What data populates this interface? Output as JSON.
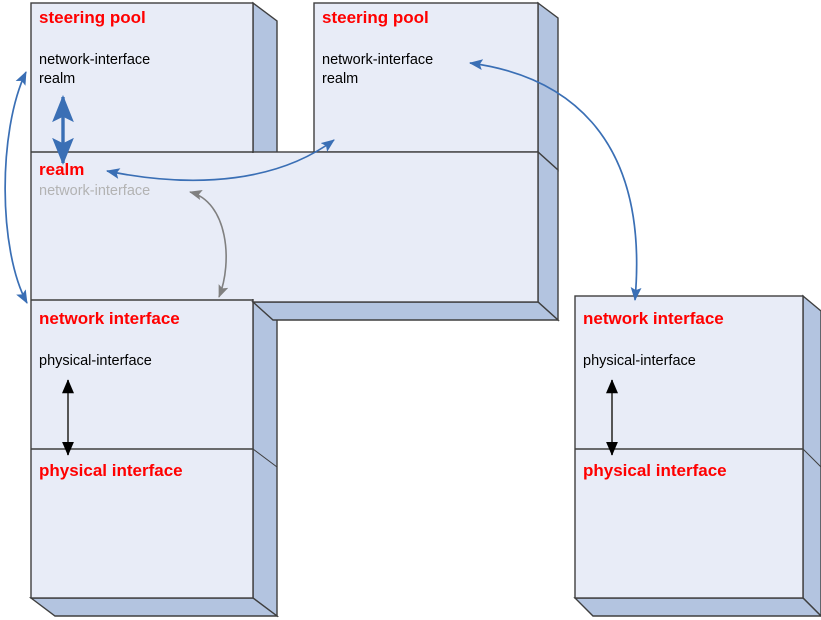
{
  "diagram": {
    "title": "steering pool / realm / network interface / physical interface relationships",
    "colors": {
      "box_face": "#e8ecf7",
      "box_side": "#b3c4e0",
      "box_stroke": "#3f3f3f",
      "title_red": "#ff0000",
      "prop_black": "#000000",
      "prop_gray": "#b3b3b3",
      "arrow_blue": "#3a6fb5",
      "arrow_gray": "#808080",
      "arrow_black": "#000000"
    },
    "boxes": [
      {
        "id": "left-steering-pool",
        "title": "steering pool",
        "props": [
          {
            "text": "network-interface",
            "muted": false
          },
          {
            "text": "realm",
            "muted": false
          }
        ]
      },
      {
        "id": "right-steering-pool",
        "title": "steering pool",
        "props": [
          {
            "text": "network-interface",
            "muted": false
          },
          {
            "text": "realm",
            "muted": false
          }
        ]
      },
      {
        "id": "realm",
        "title": "realm",
        "props": [
          {
            "text": "network-interface",
            "muted": true
          }
        ]
      },
      {
        "id": "left-network-interface",
        "title": "network interface",
        "props": [
          {
            "text": "physical-interface",
            "muted": false
          }
        ]
      },
      {
        "id": "left-physical-interface",
        "title": "physical interface",
        "props": []
      },
      {
        "id": "right-network-interface",
        "title": "network interface",
        "props": [
          {
            "text": "physical-interface",
            "muted": false
          }
        ]
      },
      {
        "id": "right-physical-interface",
        "title": "physical interface",
        "props": []
      }
    ],
    "connectors": [
      {
        "id": "left-sp-to-realm",
        "style": "blue",
        "heads": "both",
        "from": "left-steering-pool.realm",
        "to": "realm"
      },
      {
        "id": "left-sp-to-network-interface",
        "style": "blue",
        "heads": "both",
        "from": "left-steering-pool.network-interface",
        "to": "left-network-interface"
      },
      {
        "id": "realm-prop-to-network-interface",
        "style": "gray",
        "heads": "both",
        "from": "realm.network-interface",
        "to": "left-network-interface"
      },
      {
        "id": "right-sp-realm-to-realm",
        "style": "blue",
        "heads": "both",
        "from": "right-steering-pool.realm",
        "to": "realm"
      },
      {
        "id": "right-sp-to-right-network-interface",
        "style": "blue",
        "heads": "both",
        "from": "right-steering-pool.network-interface",
        "to": "right-network-interface"
      },
      {
        "id": "left-ni-to-pi",
        "style": "black",
        "heads": "both",
        "from": "left-network-interface.physical-interface",
        "to": "left-physical-interface"
      },
      {
        "id": "right-ni-to-pi",
        "style": "black",
        "heads": "both",
        "from": "right-network-interface.physical-interface",
        "to": "right-physical-interface"
      }
    ],
    "labels": {
      "left_sp_title": "steering pool",
      "left_sp_p1": "network-interface",
      "left_sp_p2": "realm",
      "right_sp_title": "steering pool",
      "right_sp_p1": "network-interface",
      "right_sp_p2": "realm",
      "realm_title": "realm",
      "realm_p1": "network-interface",
      "left_ni_title": "network interface",
      "left_ni_p1": "physical-interface",
      "left_pi_title": "physical interface",
      "right_ni_title": "network interface",
      "right_ni_p1": "physical-interface",
      "right_pi_title": "physical interface"
    }
  }
}
